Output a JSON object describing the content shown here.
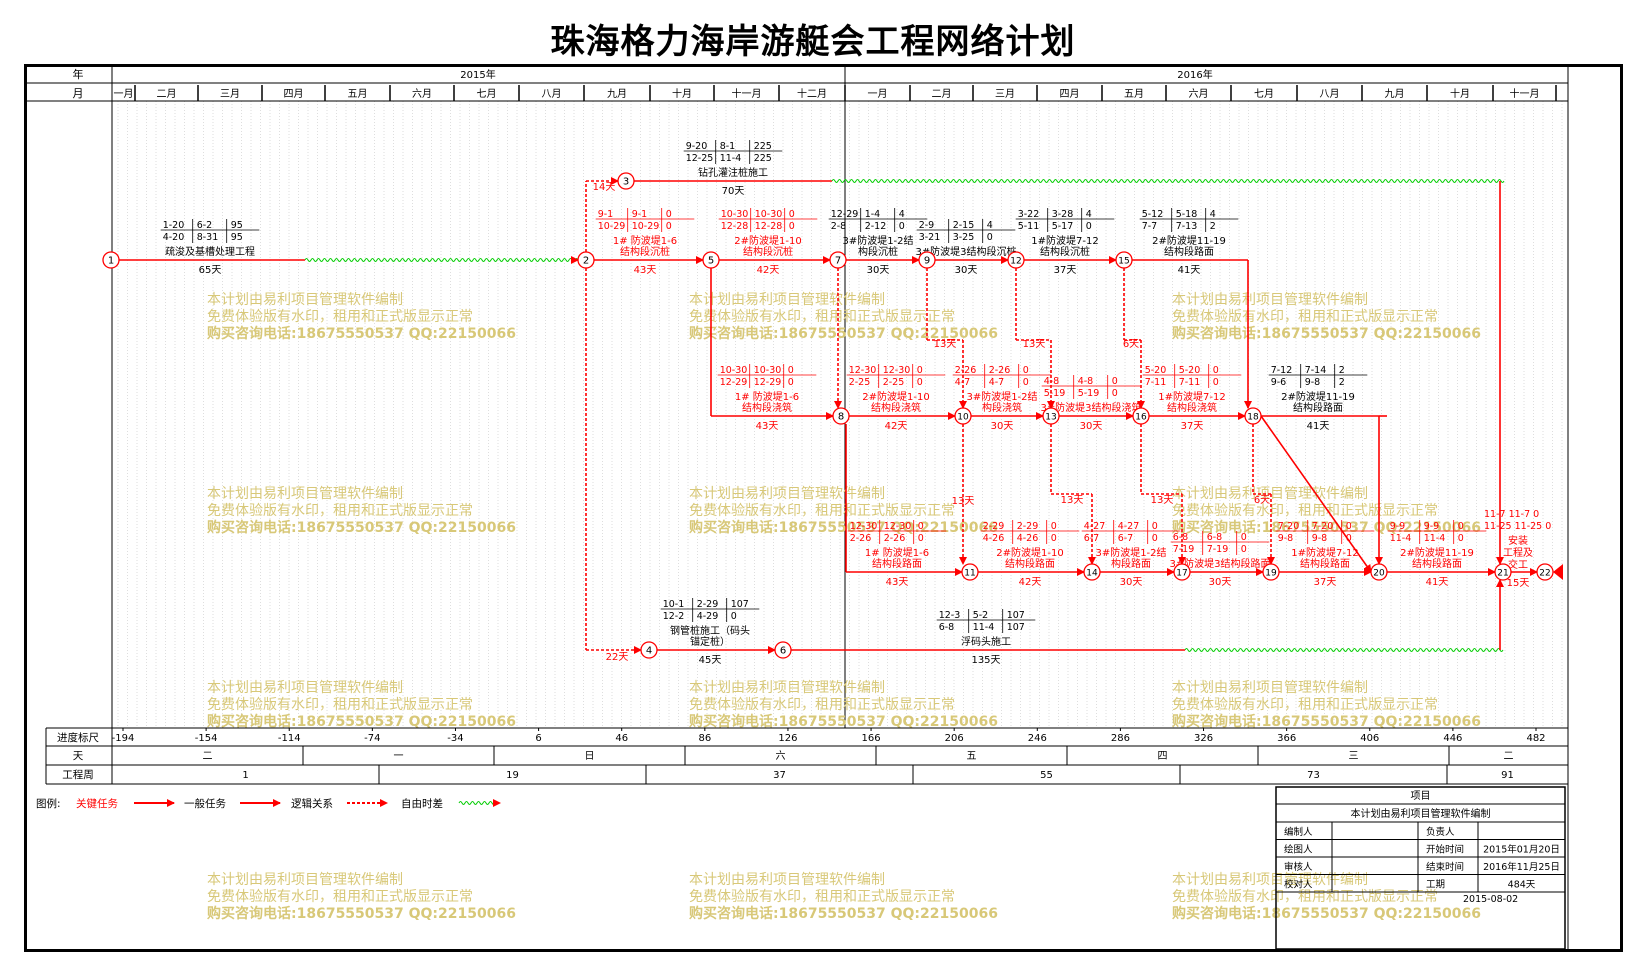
{
  "title": "珠海格力海岸游艇会工程网络计划",
  "header": {
    "row_year_label": "年",
    "row_month_label": "月",
    "years": [
      "2015年",
      "2016年"
    ],
    "months_2015": [
      "一月",
      "二月",
      "三月",
      "四月",
      "五月",
      "六月",
      "七月",
      "八月",
      "九月",
      "十月",
      "十一月",
      "十二月"
    ],
    "months_2016": [
      "一月",
      "二月",
      "三月",
      "四月",
      "五月",
      "六月",
      "七月",
      "八月",
      "九月",
      "十月",
      "十一月"
    ]
  },
  "bottom_scale": {
    "progress_label": "进度标尺",
    "progress_ticks": [
      "-194",
      "-154",
      "-114",
      "-74",
      "-34",
      "6",
      "46",
      "86",
      "126",
      "166",
      "206",
      "246",
      "286",
      "326",
      "366",
      "406",
      "446",
      "482"
    ],
    "day_label": "天",
    "weekdays": [
      "二",
      "一",
      "日",
      "六",
      "五",
      "四",
      "三",
      "二"
    ],
    "week_label": "工程周",
    "weeks": [
      "1",
      "19",
      "37",
      "55",
      "73",
      "91"
    ]
  },
  "nodes": [
    "1",
    "2",
    "3",
    "4",
    "5",
    "6",
    "7",
    "8",
    "9",
    "10",
    "11",
    "12",
    "13",
    "14",
    "15",
    "16",
    "17",
    "18",
    "19",
    "20",
    "21",
    "22"
  ],
  "tasks": [
    {
      "id": "t1-2",
      "name": "疏浚及基槽处理工程",
      "dates_top": [
        "1-20",
        "6-2",
        "95"
      ],
      "dates_bottom": [
        "4-20",
        "8-31",
        "95"
      ],
      "duration": "65天"
    },
    {
      "id": "t3-7",
      "name": "钻孔灌注桩施工",
      "dates_top": [
        "9-20",
        "8-1",
        "225"
      ],
      "dates_bottom": [
        "12-25",
        "11-4",
        "225"
      ],
      "duration": "70天"
    },
    {
      "id": "t2-5",
      "name": "1# 防波堤1-6结构段沉桩",
      "dates_top": [
        "9-1",
        "9-1",
        "0"
      ],
      "dates_bottom": [
        "10-29",
        "10-29",
        "0"
      ],
      "duration": "43天"
    },
    {
      "id": "t5-7",
      "name": "2#防波堤1-10结构段沉桩",
      "dates_top": [
        "10-30",
        "10-30",
        "0"
      ],
      "dates_bottom": [
        "12-28",
        "12-28",
        "0"
      ],
      "duration": "42天"
    },
    {
      "id": "t7-9",
      "name": "3#防波堤1-2结构段沉桩",
      "dates_top": [
        "12-29",
        "1-4",
        "4"
      ],
      "dates_bottom": [
        "2-8",
        "2-12",
        "0"
      ],
      "duration": "30天"
    },
    {
      "id": "t9-12",
      "name": "3#防波堤3结构段沉桩",
      "dates_top": [
        "2-9",
        "2-15",
        "4"
      ],
      "dates_bottom": [
        "3-21",
        "3-25",
        "0"
      ],
      "duration": "30天"
    },
    {
      "id": "t12-15",
      "name": "1#防波堤7-12结构段沉桩",
      "dates_top": [
        "3-22",
        "3-28",
        "4"
      ],
      "dates_bottom": [
        "5-11",
        "5-17",
        "0"
      ],
      "duration": "37天"
    },
    {
      "id": "t15-18",
      "name": "2#防波堤11-19结构段路面",
      "dates_top": [
        "5-12",
        "5-18",
        "4"
      ],
      "dates_bottom": [
        "7-7",
        "7-13",
        "2"
      ],
      "duration": "41天"
    },
    {
      "id": "t5-8",
      "name": "1# 防波堤1-6结构段浇筑",
      "dates_top": [
        "10-30",
        "10-30",
        "0"
      ],
      "dates_bottom": [
        "12-29",
        "12-29",
        "0"
      ],
      "duration": "43天"
    },
    {
      "id": "t8-10",
      "name": "2#防波堤1-10结构段浇筑",
      "dates_top": [
        "12-30",
        "12-30",
        "0"
      ],
      "dates_bottom": [
        "2-25",
        "2-25",
        "0"
      ],
      "duration": "42天"
    },
    {
      "id": "t10-13",
      "name": "3#防波堤1-2结构段浇筑",
      "dates_top": [
        "2-26",
        "2-26",
        "0"
      ],
      "dates_bottom": [
        "4-7",
        "4-7",
        "0"
      ],
      "duration": "30天"
    },
    {
      "id": "t13-16",
      "name": "3#防波堤3结构段浇筑",
      "dates_top": [
        "4-8",
        "4-8",
        "0"
      ],
      "dates_bottom": [
        "5-19",
        "5-19",
        "0"
      ],
      "duration": "30天"
    },
    {
      "id": "t16-18",
      "name": "1#防波堤7-12结构段浇筑",
      "dates_top": [
        "5-20",
        "5-20",
        "0"
      ],
      "dates_bottom": [
        "7-11",
        "7-11",
        "0"
      ],
      "duration": "37天"
    },
    {
      "id": "t18-20",
      "name": "2#防波堤11-19结构段路面",
      "dates_top": [
        "7-12",
        "7-14",
        "2"
      ],
      "dates_bottom": [
        "9-6",
        "9-8",
        "2"
      ],
      "duration": "41天"
    },
    {
      "id": "t8-11",
      "name": "1# 防波堤1-6结构段路面",
      "dates_top": [
        "12-30",
        "12-30",
        "0"
      ],
      "dates_bottom": [
        "2-26",
        "2-26",
        "0"
      ],
      "duration": "43天"
    },
    {
      "id": "t11-14",
      "name": "2#防波堤1-10结构段路面",
      "dates_top": [
        "2-29",
        "2-29",
        "0"
      ],
      "dates_bottom": [
        "4-26",
        "4-26",
        "0"
      ],
      "duration": "42天"
    },
    {
      "id": "t14-17",
      "name": "3#防波堤1-2结构段路面",
      "dates_top": [
        "4-27",
        "4-27",
        "0"
      ],
      "dates_bottom": [
        "6-7",
        "6-7",
        "0"
      ],
      "duration": "30天"
    },
    {
      "id": "t17-19",
      "name": "3#防波堤3结构段路面",
      "dates_top": [
        "6-8",
        "6-8",
        "0"
      ],
      "dates_bottom": [
        "7-19",
        "7-19",
        "0"
      ],
      "duration": "30天"
    },
    {
      "id": "t19-20",
      "name": "1#防波堤7-12结构段路面",
      "dates_top": [
        "7-20",
        "7-20",
        "0"
      ],
      "dates_bottom": [
        "9-8",
        "9-8",
        "0"
      ],
      "duration": "37天"
    },
    {
      "id": "t20-21",
      "name": "2#防波堤11-19结构段路面",
      "dates_top": [
        "9-9",
        "9-9",
        "0"
      ],
      "dates_bottom": [
        "11-4",
        "11-4",
        "0"
      ],
      "duration": "41天"
    },
    {
      "id": "t21-22",
      "name": "安装工程及交工",
      "dates_top": [
        "11-7",
        "11-7",
        "0"
      ],
      "dates_bottom": [
        "11-25",
        "11-25",
        "0"
      ],
      "duration": "15天"
    },
    {
      "id": "t4-6",
      "name": "钢管桩施工（码头锚定桩）",
      "dates_top": [
        "10-1",
        "2-29",
        "107"
      ],
      "dates_bottom": [
        "12-2",
        "4-29",
        "0"
      ],
      "duration": "45天"
    },
    {
      "id": "t6-21",
      "name": "浮码头施工",
      "dates_top": [
        "12-3",
        "5-2",
        "107"
      ],
      "dates_bottom": [
        "6-8",
        "11-4",
        "107"
      ],
      "duration": "135天"
    }
  ],
  "float_labels": [
    "14天",
    "22天",
    "13天",
    "13天",
    "6天",
    "13天",
    "13天",
    "13天",
    "6天"
  ],
  "watermark": {
    "line1": "本计划由易利项目管理软件编制",
    "line2": "免费体验版有水印，租用和正式版显示正常",
    "line3": "购买咨询电话:18675550537 QQ:22150066"
  },
  "legend": {
    "label": "图例:",
    "items": [
      {
        "name": "关键任务",
        "color": "#ff0000"
      },
      {
        "name": "一般任务",
        "color": "#000000"
      },
      {
        "name": "逻辑关系",
        "color": "#ff0000"
      },
      {
        "name": "自由时差",
        "color": "#00cc00"
      }
    ]
  },
  "info_table": {
    "header": "项目",
    "subheader": "本计划由易利项目管理软件编制",
    "rows": [
      [
        "编制人",
        "",
        "负责人",
        ""
      ],
      [
        "绘图人",
        "",
        "开始时间",
        "2015年01月20日"
      ],
      [
        "审核人",
        "",
        "结束时间",
        "2016年11月25日"
      ],
      [
        "校对人",
        "",
        "工期",
        "484天"
      ]
    ],
    "date": "2015-08-02"
  },
  "colors": {
    "critical": "#ff0000",
    "normal": "#000000",
    "float": "#00cc00",
    "watermark": "#d8c878"
  }
}
